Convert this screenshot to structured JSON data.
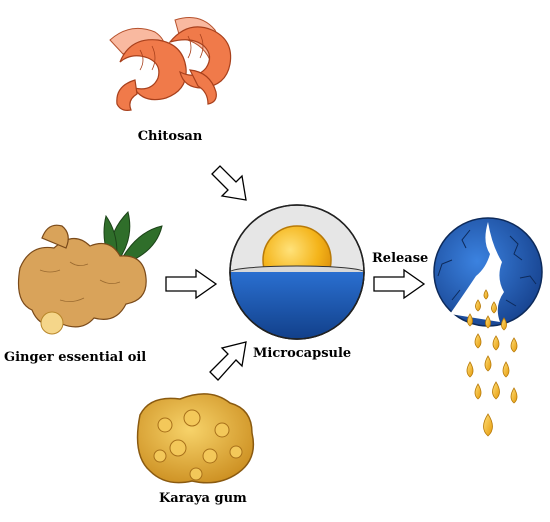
{
  "labels": {
    "chitosan": "Chitosan",
    "ginger": "Ginger essential oil",
    "microcapsule": "Microcapsule",
    "release": "Release",
    "karaya": "Karaya gum"
  },
  "colors": {
    "shell_blue": "#1f5fb8",
    "core_yellow": "#f4b41a",
    "shrimp": "#f07a4a",
    "ginger": "#d9a35a",
    "leaf": "#2f6e2a",
    "gum": "#e5b23d",
    "oil_drop": "#f2b21c"
  }
}
